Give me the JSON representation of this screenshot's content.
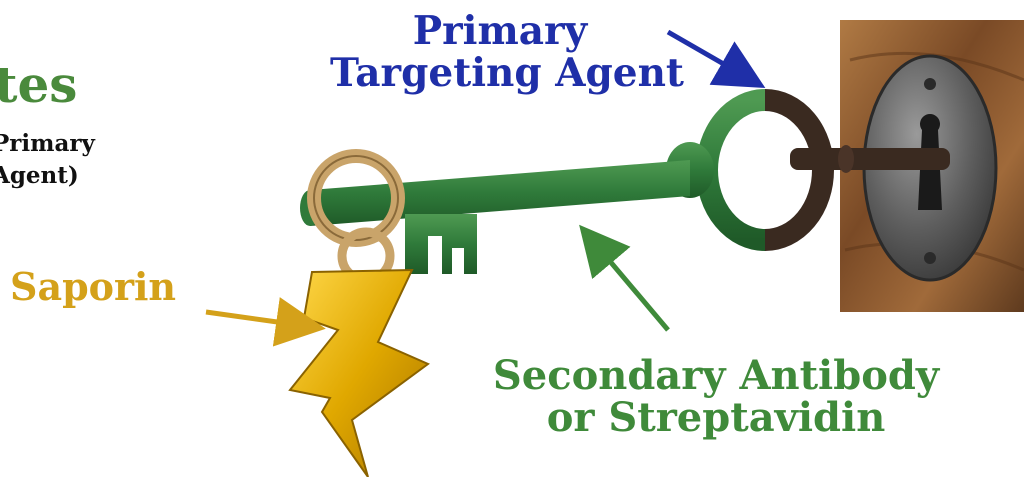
{
  "labels": {
    "title_fragment": "ates",
    "subtitle_line1": "Primary",
    "subtitle_line2": "Agent)",
    "saporin": "Saporin",
    "primary_line1": "Primary",
    "primary_line2": "Targeting Agent",
    "secondary_line1": "Secondary Antibody",
    "secondary_line2": "or Streptavidin"
  },
  "colors": {
    "title_green": "#4a8a3c",
    "saporin_gold": "#d4a11a",
    "primary_blue": "#1f2fa8",
    "secondary_green": "#3f8a3a",
    "key_green": "#2f7a3a",
    "key_dark": "#3a2a20",
    "ring_gold": "#c9a46a",
    "bolt_gold": "#e0a800",
    "wood": "#8a5a34",
    "plate_grey": "#6e6e6e"
  },
  "icons": [
    "key-icon",
    "keyhole-lock-icon",
    "lightning-bolt-icon",
    "key-ring-icon"
  ]
}
